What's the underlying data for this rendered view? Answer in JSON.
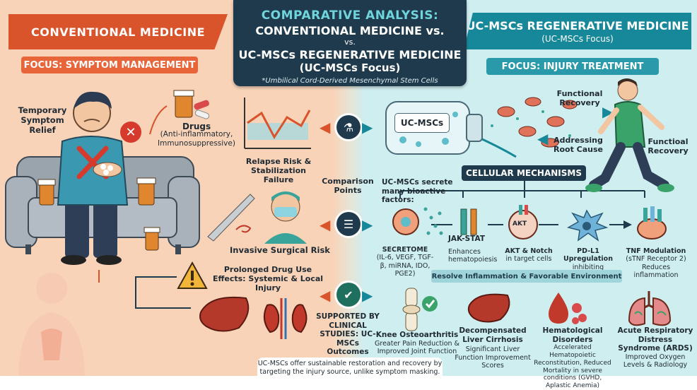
{
  "header": {
    "left_title": "CONVENTIONAL MEDICINE",
    "center_title_1": "COMPARATIVE ANALYSIS:",
    "center_title_2": "CONVENTIONAL MEDICINE vs.",
    "center_title_3": "vs.",
    "center_title_4": "UC-MSCs REGENERATIVE MEDICINE",
    "center_title_5": "(UC-MSCs Focus)",
    "center_footnote": "*Umbilical Cord-Derived Mesenchymal Stem Cells",
    "right_title": "UC-MSCs REGENERATIVE MEDICINE",
    "right_subtitle": "(UC-MSCs Focus)"
  },
  "left": {
    "focus": "FOCUS: SYMPTOM MANAGEMENT",
    "temporary_relief": "Temporary Symptom Relief",
    "drugs_title": "Drugs",
    "drugs_detail": "(Anti-inflammatory, Immunosuppressive)",
    "relapse": "Relapse Risk & Stabilization Failure",
    "surgical": "Invasive Surgical Risk",
    "prolonged": "Prolonged Drug Use Effects: Systemic & Local Injury"
  },
  "center": {
    "comparison_points": "Comparison Points",
    "supported": "SUPPORTED BY CLINICAL STUDIES: UC-MSCs Outcomes"
  },
  "right": {
    "focus": "FOCUS: INJURY TREATMENT",
    "vial_label": "UC-MSCs",
    "functional_recovery_1": "Functional Recovery",
    "addressing_root": "Addressing Root Cause",
    "functional_recovery_2": "Functioal Recovery",
    "cellular_mechanisms": "CELLULAR MECHANISMS",
    "secrete_intro": "UC-MSCs secrete many bioactive factors:",
    "mechanisms": [
      {
        "title": "SECRETOME",
        "detail": "(IL-6, VEGF, TGF-β, miRNA, IDO, PGE2)"
      },
      {
        "title": "JAK-STAT",
        "detail": "Enhances hematopoiesis"
      },
      {
        "title": "AKT & Notch",
        "detail": "in target cells"
      },
      {
        "title": "PD-L1 Upregulation",
        "detail": "inhibiting maturation"
      },
      {
        "title": "TNF Modulation",
        "detail": "(sTNF Receptor 2) Reduces inflammation"
      }
    ],
    "akt_label": "AKT",
    "resolve": "Resolve Inflammation & Favorable Environment",
    "outcomes": [
      {
        "title": "Knee Osteoarthritis",
        "detail": "Greater Pain Reduction & Improved Joint Function"
      },
      {
        "title": "Decompensated Liver Cirrhosis",
        "detail": "Significant Liver Function Improvement Scores"
      },
      {
        "title": "Hematological Disorders",
        "detail": "Accelerated Hematopoietic Reconstitution, Reduced Mortality in severe conditions (GVHD, Aplastic Anemia)"
      },
      {
        "title": "Acute Respiratory Distress Syndrome (ARDS)",
        "detail": "Improved Oxygen Levels & Radiology"
      }
    ]
  },
  "footer": "UC-MSCs offer sustainable restoration and recovery by targeting the injury source, unlike symptom masking.",
  "colors": {
    "left_accent": "#d9532b",
    "right_accent": "#16889a",
    "navy": "#1e3a4c"
  }
}
